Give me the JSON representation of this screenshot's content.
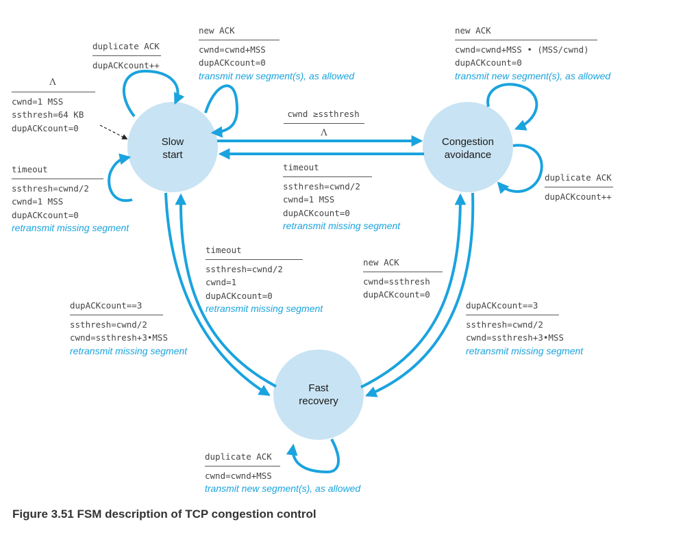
{
  "colors": {
    "state_fill": "#c8e3f3",
    "arrow": "#1aa3de",
    "text": "#444444",
    "emphasis": "#1aa3de"
  },
  "states": {
    "slow_start": {
      "line1": "Slow",
      "line2": "start"
    },
    "congestion_avoidance": {
      "line1": "Congestion",
      "line2": "avoidance"
    },
    "fast_recovery": {
      "line1": "Fast",
      "line2": "recovery"
    }
  },
  "transitions": {
    "initial": {
      "event": "Λ",
      "actions": [
        "cwnd=1 MSS",
        "ssthresh=64 KB",
        "dupACKcount=0"
      ]
    },
    "ss_dup_ack": {
      "event": "duplicate ACK",
      "actions": [
        "dupACKcount++"
      ]
    },
    "ss_new_ack": {
      "event": "new ACK",
      "actions": [
        "cwnd=cwnd+MSS",
        "dupACKcount=0",
        "transmit new segment(s), as allowed"
      ]
    },
    "ss_timeout": {
      "event": "timeout",
      "actions": [
        "ssthresh=cwnd/2",
        "cwnd=1 MSS",
        "dupACKcount=0",
        "retransmit missing segment"
      ]
    },
    "ss_to_ca": {
      "event": "cwnd ≥ssthresh",
      "actions": [
        "Λ"
      ]
    },
    "ca_to_ss_timeout": {
      "event": "timeout",
      "actions": [
        "ssthresh=cwnd/2",
        "cwnd=1 MSS",
        "dupACKcount=0",
        "retransmit missing segment"
      ]
    },
    "ca_new_ack": {
      "event": "new ACK",
      "actions": [
        "cwnd=cwnd+MSS • (MSS/cwnd)",
        "dupACKcount=0",
        "transmit new segment(s), as allowed"
      ]
    },
    "ca_dup_ack": {
      "event": "duplicate ACK",
      "actions": [
        "dupACKcount++"
      ]
    },
    "fr_to_ss_timeout": {
      "event": "timeout",
      "actions": [
        "ssthresh=cwnd/2",
        "cwnd=1",
        "dupACKcount=0",
        "retransmit missing segment"
      ]
    },
    "fr_to_ca_new_ack": {
      "event": "new ACK",
      "actions": [
        "cwnd=ssthresh",
        "dupACKcount=0"
      ]
    },
    "ss_to_fr": {
      "event": "dupACKcount==3",
      "actions": [
        "ssthresh=cwnd/2",
        "cwnd=ssthresh+3•MSS",
        "retransmit missing segment"
      ]
    },
    "ca_to_fr": {
      "event": "dupACKcount==3",
      "actions": [
        "ssthresh=cwnd/2",
        "cwnd=ssthresh+3•MSS",
        "retransmit missing segment"
      ]
    },
    "fr_dup_ack": {
      "event": "duplicate ACK",
      "actions": [
        "cwnd=cwnd+MSS",
        "transmit new segment(s), as allowed"
      ]
    }
  },
  "caption": "Figure 3.51 FSM description of TCP congestion control"
}
